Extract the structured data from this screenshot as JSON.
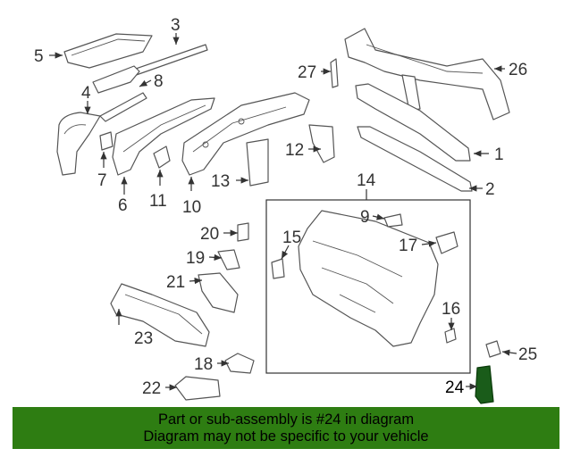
{
  "diagram": {
    "highlight_color": "#2e7d12",
    "highlighted_part": "24",
    "callouts": {
      "c1": "1",
      "c2": "2",
      "c3": "3",
      "c4": "4",
      "c5": "5",
      "c6": "6",
      "c7": "7",
      "c8": "8",
      "c9": "9",
      "c10": "10",
      "c11": "11",
      "c12": "12",
      "c13": "13",
      "c14": "14",
      "c15": "15",
      "c16": "16",
      "c17": "17",
      "c18": "18",
      "c19": "19",
      "c20": "20",
      "c21": "21",
      "c22": "22",
      "c23": "23",
      "c24": "24",
      "c25": "25",
      "c26": "26",
      "c27": "27"
    }
  },
  "banner": {
    "line1": "Part or sub-assembly is #24 in diagram",
    "line2": "Diagram may not be specific to your vehicle"
  }
}
